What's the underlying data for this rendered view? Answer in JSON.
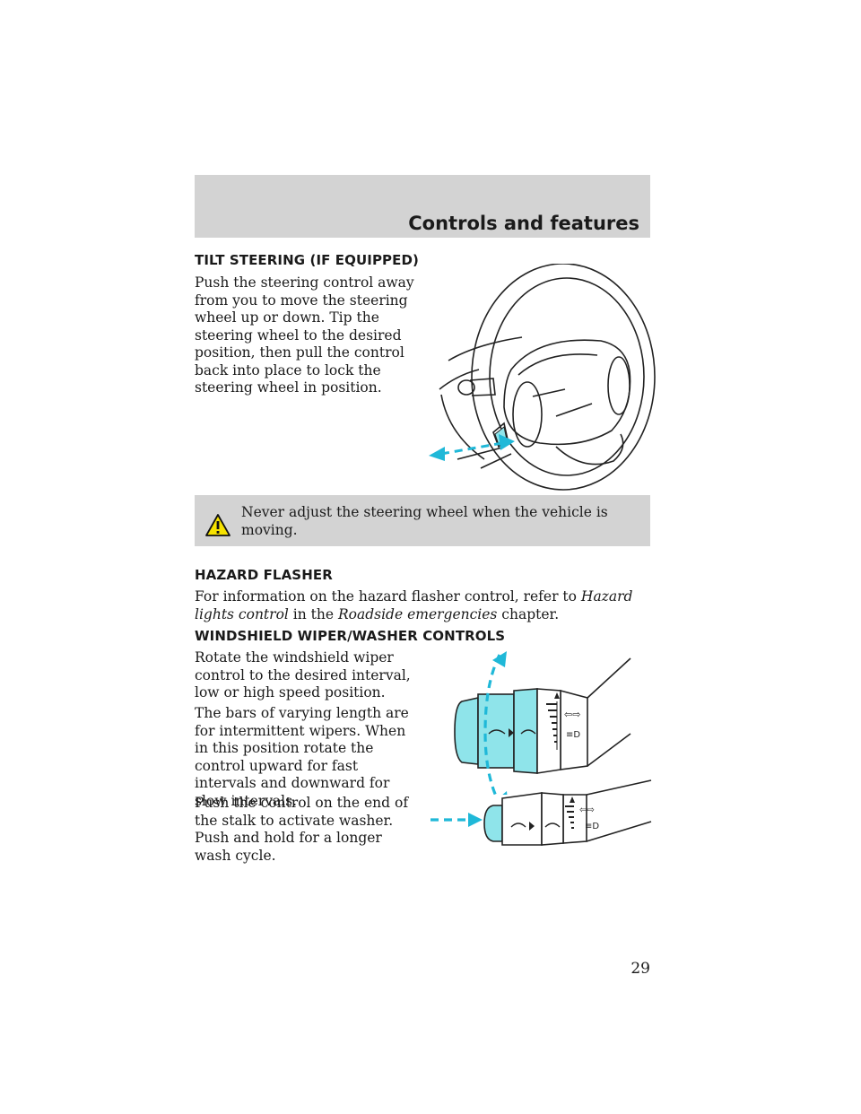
{
  "header": {
    "title": "Controls and features"
  },
  "tilt": {
    "heading": "TILT STEERING (IF EQUIPPED)",
    "body": "Push the steering control away from you to move the steering wheel up or down. Tip the steering wheel to the desired position, then pull the control back into place to lock the steering wheel in position."
  },
  "warning": {
    "icon": "warning-triangle-icon",
    "text": "Never adjust the steering wheel when the vehicle is moving."
  },
  "hazard": {
    "heading": "HAZARD FLASHER",
    "intro": "For information on the hazard flasher control, refer to ",
    "link1": "Hazard lights control",
    "middle": " in the ",
    "link2": "Roadside emergencies",
    "end": " chapter."
  },
  "wiper": {
    "heading": "WINDSHIELD WIPER/WASHER CONTROLS",
    "para1": "Rotate the windshield wiper control to the desired interval, low or high speed position.",
    "para2": "The bars of varying length are for intermittent wipers. When in this position rotate the control upward for fast intervals and downward for slow intervals.",
    "para3": "Push the control on the end of the stalk to activate washer. Push and hold for a longer wash cycle."
  },
  "colors": {
    "accent": "#8fe4ea",
    "arrow": "#1fb8d8",
    "band": "#d3d3d3"
  },
  "page_number": "29"
}
